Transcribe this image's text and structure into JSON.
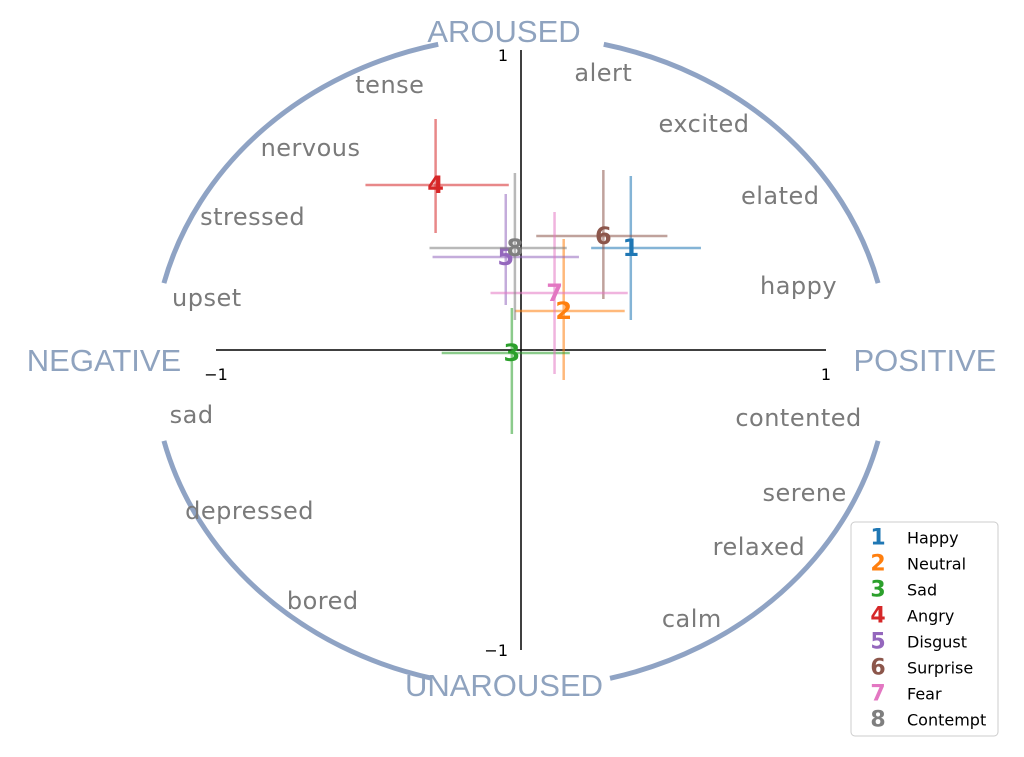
{
  "chart_data": {
    "type": "scatter",
    "title": "",
    "xlabel": "",
    "ylabel": "",
    "xlim": [
      -1,
      1
    ],
    "ylim": [
      -1,
      1
    ],
    "grid": false,
    "legend_position": "bottom-right",
    "x_ticks": [
      {
        "value": -1,
        "label": "−1"
      },
      {
        "value": 1,
        "label": "1"
      }
    ],
    "y_ticks": [
      {
        "value": 1,
        "label": "1"
      },
      {
        "value": -1,
        "label": "−1"
      }
    ],
    "poles": {
      "top": "AROUSED",
      "bottom": "UNAROUSED",
      "left": "NEGATIVE",
      "right": "POSITIVE"
    },
    "emotion_words": [
      {
        "text": "alert",
        "valence": 0.27,
        "arousal": 0.92
      },
      {
        "text": "excited",
        "valence": 0.6,
        "arousal": 0.75
      },
      {
        "text": "elated",
        "valence": 0.85,
        "arousal": 0.51
      },
      {
        "text": "happy",
        "valence": 0.91,
        "arousal": 0.21
      },
      {
        "text": "tense",
        "valence": -0.43,
        "arousal": 0.88
      },
      {
        "text": "nervous",
        "valence": -0.69,
        "arousal": 0.67
      },
      {
        "text": "stressed",
        "valence": -0.88,
        "arousal": 0.44
      },
      {
        "text": "upset",
        "valence": -1.03,
        "arousal": 0.17
      },
      {
        "text": "contented",
        "valence": 0.91,
        "arousal": -0.23
      },
      {
        "text": "serene",
        "valence": 0.93,
        "arousal": -0.48
      },
      {
        "text": "relaxed",
        "valence": 0.78,
        "arousal": -0.66
      },
      {
        "text": "calm",
        "valence": 0.56,
        "arousal": -0.9
      },
      {
        "text": "sad",
        "valence": -1.08,
        "arousal": -0.22
      },
      {
        "text": "depressed",
        "valence": -0.89,
        "arousal": -0.54
      },
      {
        "text": "bored",
        "valence": -0.65,
        "arousal": -0.84
      }
    ],
    "series": [
      {
        "id": "1",
        "name": "Happy",
        "color": "#1f77b4",
        "x": 0.36,
        "y": 0.34,
        "x_err": [
          0.23,
          0.59
        ],
        "y_err": [
          0.1,
          0.58
        ]
      },
      {
        "id": "2",
        "name": "Neutral",
        "color": "#ff7f0e",
        "x": 0.14,
        "y": 0.13,
        "x_err": [
          -0.02,
          0.34
        ],
        "y_err": [
          -0.1,
          0.37
        ]
      },
      {
        "id": "3",
        "name": "Sad",
        "color": "#2ca02c",
        "x": -0.03,
        "y": -0.01,
        "x_err": [
          -0.26,
          0.16
        ],
        "y_err": [
          -0.28,
          0.14
        ]
      },
      {
        "id": "4",
        "name": "Angry",
        "color": "#d62728",
        "x": -0.28,
        "y": 0.55,
        "x_err": [
          -0.51,
          -0.04
        ],
        "y_err": [
          0.39,
          0.77
        ]
      },
      {
        "id": "5",
        "name": "Disgust",
        "color": "#9467bd",
        "x": -0.05,
        "y": 0.31,
        "x_err": [
          -0.29,
          0.19
        ],
        "y_err": [
          0.15,
          0.52
        ]
      },
      {
        "id": "6",
        "name": "Surprise",
        "color": "#8c564b",
        "x": 0.27,
        "y": 0.38,
        "x_err": [
          0.05,
          0.48
        ],
        "y_err": [
          0.17,
          0.6
        ]
      },
      {
        "id": "7",
        "name": "Fear",
        "color": "#e377c2",
        "x": 0.11,
        "y": 0.19,
        "x_err": [
          -0.1,
          0.35
        ],
        "y_err": [
          -0.08,
          0.46
        ]
      },
      {
        "id": "8",
        "name": "Contempt",
        "color": "#7f7f7f",
        "x": -0.02,
        "y": 0.34,
        "x_err": [
          -0.3,
          0.15
        ],
        "y_err": [
          0.1,
          0.59
        ]
      }
    ]
  }
}
